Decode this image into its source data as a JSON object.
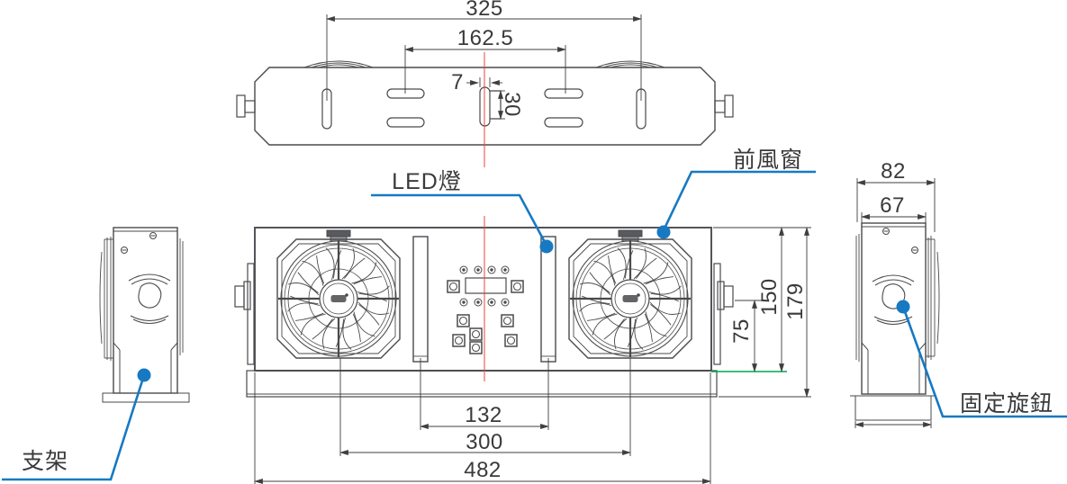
{
  "drawing": {
    "type": "technical-dimension-drawing",
    "views": [
      "top-view",
      "front-view",
      "left-bracket-side-view",
      "right-bracket-side-view"
    ]
  },
  "colors": {
    "line": "#4a4a4c",
    "leader_blue": "#1779c2",
    "centerline_red": "#e8463c",
    "reference_green": "#00a651",
    "text": "#3a3a3c"
  },
  "labels": {
    "led": "LED燈",
    "front_window": "前風窗",
    "bracket": "支架",
    "fixing_knob": "固定旋鈕"
  },
  "dimensions": {
    "top_view": {
      "mount_span": "325",
      "slot_span": "162.5",
      "tab_width": "7",
      "tab_height": "30"
    },
    "front_view": {
      "led_bar_spacing": "132",
      "fan_spacing": "300",
      "overall_width": "482",
      "knob_to_base": "75",
      "body_height": "150",
      "overall_height": "179"
    },
    "side_view": {
      "overall_depth": "82",
      "body_depth": "67"
    }
  }
}
